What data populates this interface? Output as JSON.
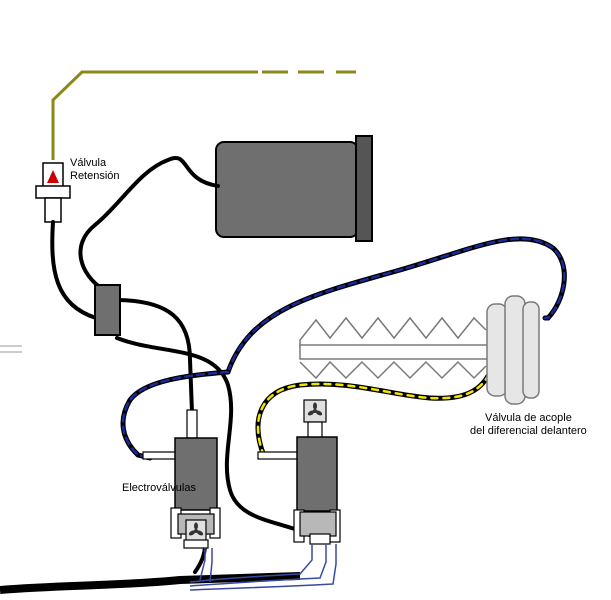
{
  "labels": {
    "check_valve_line1": "Válvula",
    "check_valve_line2": "Retensión",
    "coupling_valve_line1": "Válvula de acople",
    "coupling_valve_line2": "del diferencial delantero",
    "solenoid_valves": "Electroválvulas"
  },
  "colors": {
    "vacuum_tank": "#6f6f6f",
    "tank_cap": "#555555",
    "hose_black": "#000000",
    "hose_blue": "#1a2a9c",
    "hose_yellow": "#f2e600",
    "source_line": "#8a8a1a",
    "check_valve_arrow": "#cc0000",
    "coupling_valve_body": "#e6e6e6",
    "solenoid_body": "#6f6f6f",
    "solenoid_base": "#b8b8b8"
  },
  "icons": {
    "check_valve_arrow": "triangle-up-icon",
    "solenoid_connector": "fan-icon"
  }
}
